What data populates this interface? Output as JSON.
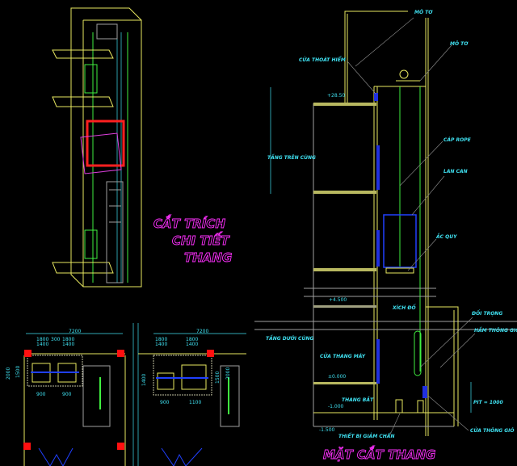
{
  "titles": {
    "iso_line1": "CẮT TRÍCH",
    "iso_line2": "CHI TIẾT",
    "iso_line3": "THANG",
    "section": "MẶT CẮT THANG"
  },
  "section_labels": {
    "motor_top": "MÔ TƠ",
    "motor": "MÔ TƠ",
    "emergency_door": "CỬA THOÁT HIỂM",
    "top_floor": "TẦNG TRÊN CÙNG",
    "cable": "CÁP ROPE",
    "railing": "LAN CAN",
    "battery": "ẮC QUY",
    "chain": "XÍCH ĐỐ",
    "counterweight": "ĐỐI TRỌNG",
    "vent_shaft": "HẦM THÔNG GIÓ",
    "bottom_floor": "TẦNG DƯỚI CÙNG",
    "elevator_door": "CỬA THANG MÁY",
    "ladder": "THANG BẮT",
    "buffer": "THIẾT BỊ GIẢM CHẤN",
    "pit": "PIT = 1000",
    "vent_door": "CỬA THÔNG GIÓ"
  },
  "levels": [
    "+28.50",
    "+4.500",
    "±0.000",
    "-1.000",
    "-1.500"
  ],
  "plan_left": {
    "total": "7200",
    "a": "1800",
    "b": "300",
    "c": "1800",
    "d": "1400",
    "e": "1400",
    "h1": "2000",
    "h2": "1500",
    "door1": "900",
    "door2": "900"
  },
  "plan_right": {
    "total": "7200",
    "a": "1800",
    "b": "1800",
    "c": "1400",
    "d": "1400",
    "h1": "1400",
    "h2": "1500",
    "h3": "2000",
    "door1": "900",
    "door2": "1100"
  },
  "colors": {
    "background": "#000000",
    "wall": "#e8e860",
    "rail": "#40f040",
    "annotation": "#3fe0f0",
    "title": "#ff30ff",
    "column": "#ff1010",
    "door": "#2030e0"
  }
}
